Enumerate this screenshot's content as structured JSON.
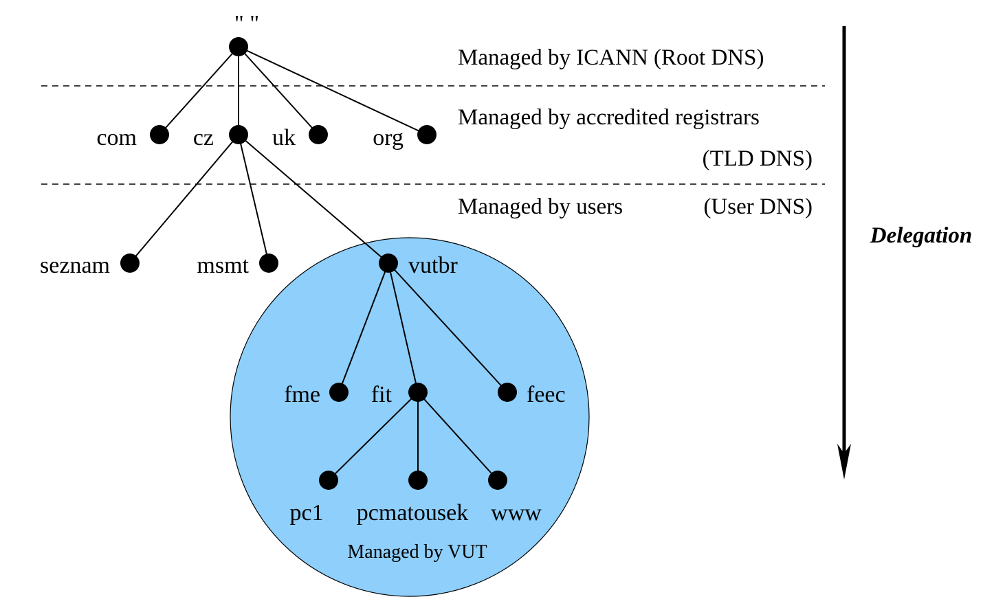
{
  "root_label": "\" \"",
  "zones": {
    "root": "Managed by ICANN (Root DNS)",
    "tld_line1": "Managed by accredited registrars",
    "tld_line2": "(TLD DNS)",
    "user_left": "Managed by users",
    "user_right": "(User DNS)"
  },
  "vut_zone": "Managed by VUT",
  "delegation": "Delegation",
  "tld": {
    "com": "com",
    "cz": "cz",
    "uk": "uk",
    "org": "org"
  },
  "second": {
    "seznam": "seznam",
    "msmt": "msmt",
    "vutbr": "vutbr"
  },
  "third": {
    "fme": "fme",
    "fit": "fit",
    "feec": "feec"
  },
  "hosts": {
    "pc1": "pc1",
    "pcmatousek": "pcmatousek",
    "www": "www"
  },
  "colors": {
    "vut_zone_fill": "#8ecffb",
    "ink": "#000000"
  }
}
